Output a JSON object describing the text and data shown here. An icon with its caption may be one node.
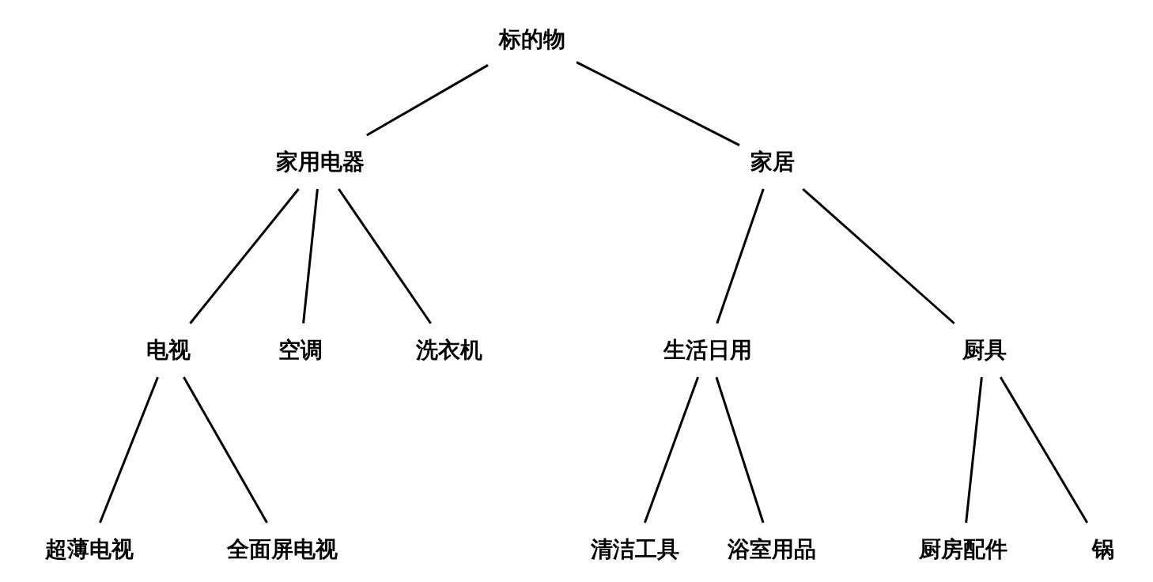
{
  "diagram": {
    "nodes": [
      {
        "text": [
          "标的物"
        ]
      },
      {
        "text": [
          "家用电器"
        ]
      },
      {
        "text": [
          "家居"
        ]
      },
      {
        "text": [
          "电视"
        ]
      },
      {
        "text": [
          "空调"
        ]
      },
      {
        "text": [
          "洗衣机"
        ]
      },
      {
        "text": [
          "生活日用"
        ]
      },
      {
        "text": [
          "厨具"
        ]
      },
      {
        "text": [
          "超薄电视"
        ]
      },
      {
        "text": [
          "全面屏电视"
        ]
      },
      {
        "text": [
          "清洁工具"
        ]
      },
      {
        "text": [
          "浴室用品"
        ]
      },
      {
        "text": [
          "厨房配件"
        ]
      },
      {
        "text": [
          "锅"
        ]
      }
    ],
    "edges": [
      {
        "from": 0,
        "to": 1,
        "arrow": "none"
      },
      {
        "from": 0,
        "to": 2,
        "arrow": "none"
      },
      {
        "from": 1,
        "to": 3,
        "arrow": "none"
      },
      {
        "from": 1,
        "to": 4,
        "arrow": "none"
      },
      {
        "from": 1,
        "to": 5,
        "arrow": "none"
      },
      {
        "from": 2,
        "to": 6,
        "arrow": "none"
      },
      {
        "from": 2,
        "to": 7,
        "arrow": "none"
      },
      {
        "from": 3,
        "to": 8,
        "arrow": "none"
      },
      {
        "from": 3,
        "to": 9,
        "arrow": "none"
      },
      {
        "from": 6,
        "to": 10,
        "arrow": "none"
      },
      {
        "from": 6,
        "to": 11,
        "arrow": "none"
      },
      {
        "from": 7,
        "to": 12,
        "arrow": "none"
      },
      {
        "from": 7,
        "to": 13,
        "arrow": "none"
      }
    ]
  }
}
